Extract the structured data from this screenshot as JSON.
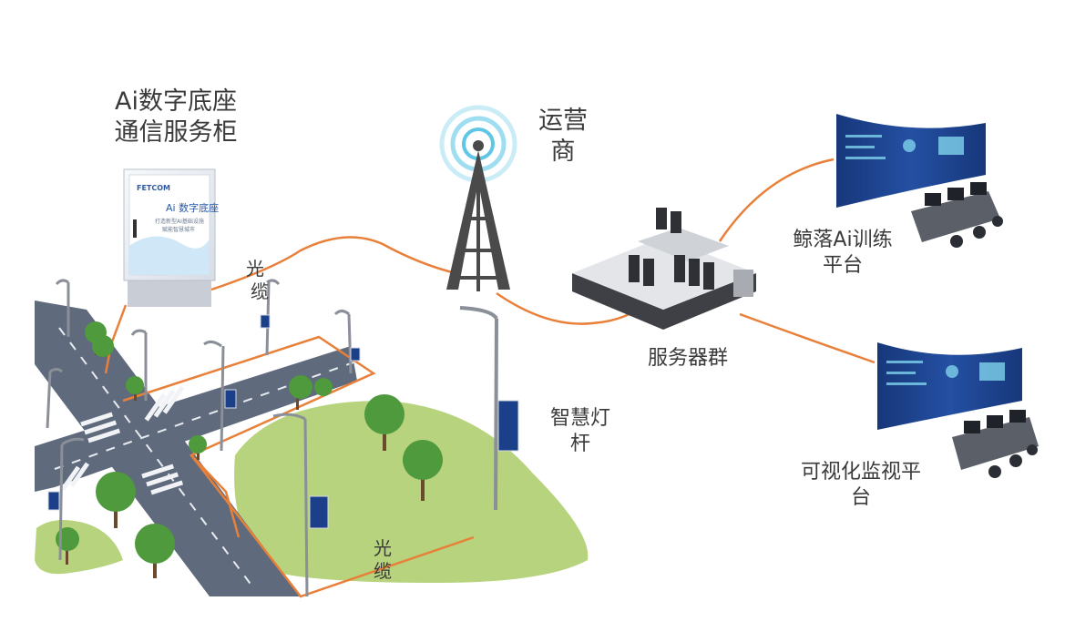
{
  "labels": {
    "cabinet_line1": "Ai数字底座",
    "cabinet_line2": "通信服务柜",
    "operator_line1": "运营",
    "operator_line2": "商",
    "servers": "服务器群",
    "training_line1": "鲸落Ai训练",
    "training_line2": "平台",
    "visual_line1": "可视化监视平",
    "visual_line2": "台",
    "smart_pole_line1": "智慧灯",
    "smart_pole_line2": "杆",
    "fiber_top_1": "光",
    "fiber_top_2": "缆",
    "fiber_bottom_1": "光",
    "fiber_bottom_2": "缆"
  },
  "cabinet_panel": {
    "brand": "FETCOM",
    "title": "Ai 数字底座",
    "subtitle_1": "打造新型AI基础设施",
    "subtitle_2": "赋能智慧城市"
  },
  "colors": {
    "fiber": "#e8803a",
    "road": "#5f6a7d",
    "grass": "#b7d37e",
    "tree": "#4f9a3c",
    "pole": "#8a8f98",
    "screen": "#1c3f8a",
    "cabinet": "#e9edf2",
    "tower": "#4a4a4a",
    "signal": "#7fd3ec"
  }
}
